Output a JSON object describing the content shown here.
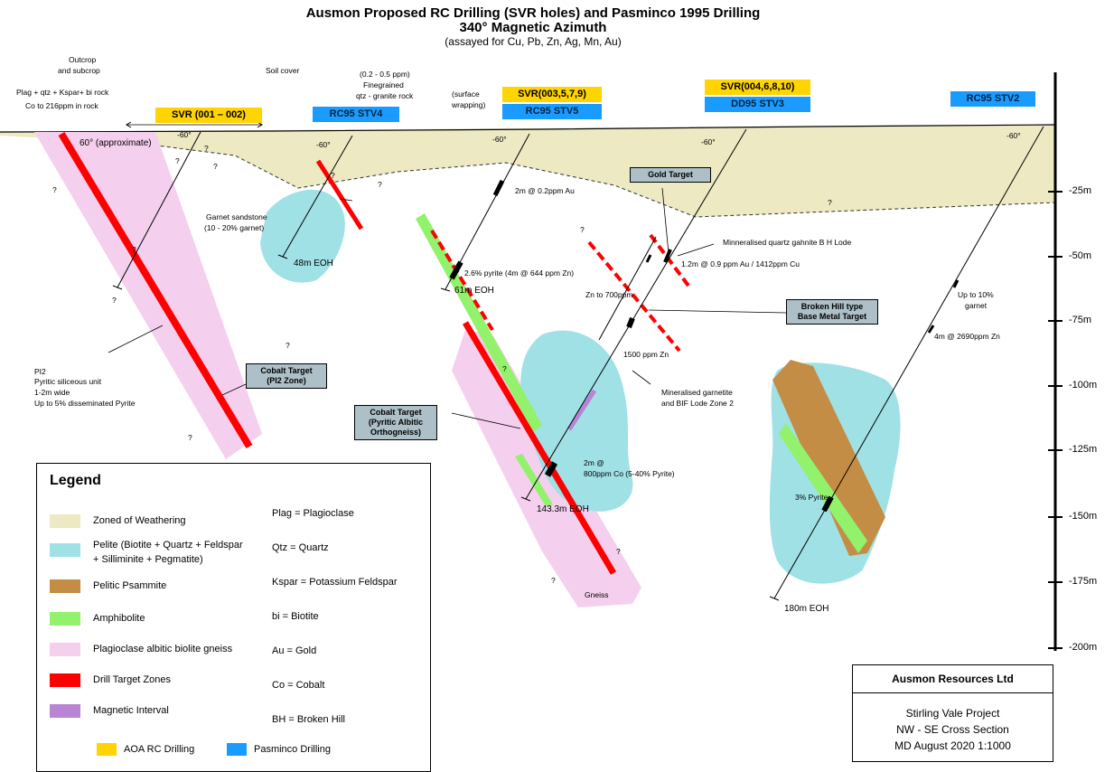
{
  "title": {
    "line1": "Ausmon Proposed RC Drilling (SVR holes) and Pasminco 1995 Drilling",
    "line2": "340° Magnetic Azimuth",
    "line3": "(assayed for Cu, Pb, Zn, Ag, Mn, Au)"
  },
  "notes": {
    "outcrop": "Outcrop",
    "subcrop": "and subcrop",
    "soil_cover": "Soil cover",
    "plag_rock": "Plag + qtz + Kspar+ bi rock",
    "co_rock": "Co to 216ppm in rock",
    "ppm_range": "(0.2 - 0.5 ppm)",
    "finegrained": "Finegrained",
    "qtz_granite": "qtz - granite rock",
    "surface": "(surface",
    "wrapping": "wrapping)",
    "approx": "60° (approximate)",
    "garnet_sandstone": "Garnet sandstone",
    "garnet_pct": "(10 - 20% garnet)",
    "pi2": "PI2",
    "pyritic_unit": "Pyritic siliceous unit",
    "width": "1-2m wide",
    "disseminated": "Up to 5% disseminated Pyrite",
    "au_intercept": "2m @ 0.2ppm Au",
    "pyrite_intercept": "2.6% pyrite (4m @ 644 ppm Zn)",
    "zn_to": "Zn to 700ppm",
    "zn_1500": "1500 ppm Zn",
    "lode_bh": "Minneralised quartz gahnite B H Lode",
    "au_cu": "1.2m @ 0.9 ppm Au / 1412ppm Cu",
    "mineralised_garnetite": "Mineralised garnetite",
    "bif_lode": "and BIF Lode Zone 2",
    "co_intercept_a": "2m @",
    "co_intercept_b": "800ppm Co (5-40% Pyrite)",
    "garnet_10_a": "Up to 10%",
    "garnet_10_b": "garnet",
    "zn_2690": "4m @ 2690ppm Zn",
    "pyrite_3": "3% Pyrite",
    "gneiss": "Gneiss",
    "q": "?",
    "dip60": "-60°"
  },
  "holes": [
    {
      "label": "SVR (001 – 002)",
      "type": "AOA RC Drilling",
      "color": "#ffd400"
    },
    {
      "label": "RC95 STV4",
      "type": "Pasminco Drilling",
      "color": "#1a9bff"
    },
    {
      "label": "SVR(003,5,7,9)",
      "type": "AOA RC Drilling",
      "color": "#ffd400"
    },
    {
      "label": "RC95 STV5",
      "type": "Pasminco Drilling",
      "color": "#1a9bff"
    },
    {
      "label": "SVR(004,6,8,10)",
      "type": "AOA RC Drilling",
      "color": "#ffd400"
    },
    {
      "label": "DD95 STV3",
      "type": "Pasminco Drilling",
      "color": "#1a9bff"
    },
    {
      "label": "RC95 STV2",
      "type": "Pasminco Drilling",
      "color": "#1a9bff"
    }
  ],
  "eoh": [
    "48m EOH",
    "61m EOH",
    "143.3m EOH",
    "180m EOH"
  ],
  "targets": {
    "gold": "Gold Target",
    "broken_hill_1": "Broken Hill type",
    "broken_hill_2": "Base Metal Target",
    "cobalt_pi2_1": "Cobalt Target",
    "cobalt_pi2_2": "(PI2 Zone)",
    "cobalt_pao_1": "Cobalt Target",
    "cobalt_pao_2": "(Pyritic Albitic",
    "cobalt_pao_3": "Orthogneiss)"
  },
  "depth_scale": [
    "-25m",
    "-50m",
    "-75m",
    "-100m",
    "-125m",
    "-150m",
    "-175m",
    "-200m"
  ],
  "legend": {
    "title": "Legend",
    "units": [
      {
        "label": "Zoned of Weathering",
        "color": "#ede9c3"
      },
      {
        "label": "Pelite (Biotite + Quartz + Feldspar",
        "label2": "+ Silliminite + Pegmatite)",
        "color": "#a0e1e6"
      },
      {
        "label": "Pelitic Psammite",
        "color": "#c48d45"
      },
      {
        "label": "Amphibolite",
        "color": "#92f26b"
      },
      {
        "label": "Plagioclase albitic biolite gneiss",
        "color": "#f5cfee"
      },
      {
        "label": "Drill Target Zones",
        "color": "#ff0000"
      },
      {
        "label": "Magnetic Interval",
        "color": "#b984d4"
      }
    ],
    "abbreviations": [
      "Plag = Plagioclase",
      "Qtz = Quartz",
      "Kspar = Potassium Feldspar",
      "bi = Biotite",
      "Au = Gold",
      "Co = Cobalt",
      "BH = Broken Hill"
    ],
    "drilling": [
      {
        "label": "AOA RC Drilling",
        "color": "#ffd400"
      },
      {
        "label": "Pasminco Drilling",
        "color": "#1a9bff"
      }
    ]
  },
  "company": {
    "name": "Ausmon Resources Ltd",
    "project": "Stirling Vale Project",
    "section": "NW - SE Cross Section",
    "date": "MD August 2020 1:1000"
  }
}
